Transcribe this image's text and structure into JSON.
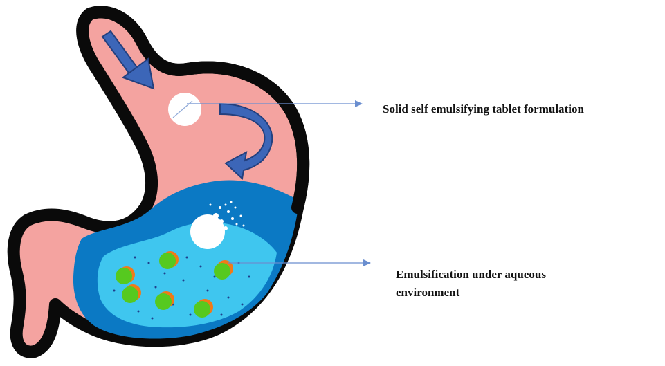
{
  "labels": {
    "tablet": "Solid self emulsifying tablet formulation",
    "emulsion_line1": "Emulsification under aqueous",
    "emulsion_line2": "environment"
  },
  "colors": {
    "outline": "#0a0a0a",
    "stomach_wall": "#f4a3a0",
    "fluid_dark": "#0b79c4",
    "fluid_light": "#3fc6ef",
    "tablet": "#ffffff",
    "arrow": "#3c66b8",
    "pointer_line": "#6a8ecf",
    "droplet_core": "#56c91f",
    "droplet_rim": "#f07a18",
    "particles": "#1f3f8c"
  },
  "icons": [
    "curved-arrow-icon",
    "down-arrow-icon",
    "tablet-icon",
    "droplet-icon"
  ]
}
